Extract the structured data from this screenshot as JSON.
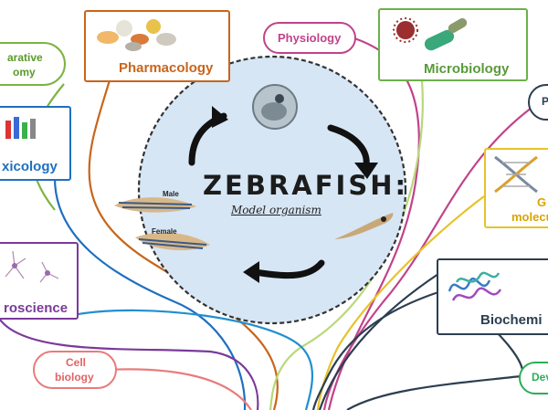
{
  "center": {
    "title": "ZEBRAFISH:",
    "subtitle": "Model organism",
    "male_label": "Male",
    "female_label": "Female"
  },
  "topics": {
    "pharmacology": "Pharmacology",
    "physiology": "Physiology",
    "microbiology": "Microbiology",
    "comparative_line1": "arative",
    "comparative_line2": "omy",
    "toxicology": "xicology",
    "neuroscience": "roscience",
    "cell_biology_line1": "Cell",
    "cell_biology_line2": "biology",
    "top_right": "P",
    "genetics_line1": "G",
    "genetics_line2": "molecu",
    "biochemistry": "Biochemi",
    "development": "Dev"
  },
  "colors": {
    "pharmacology": "#c8651b",
    "physiology": "#c0438a",
    "microbiology": "#6db04b",
    "comparative": "#7cb342",
    "toxicology": "#1f6fc0",
    "neuroscience": "#7a3a9a",
    "cell_biology": "#e87c7c",
    "top_right": "#2c3e50",
    "genetics": "#e8c22a",
    "biochemistry": "#2c3e50",
    "development": "#2bae56",
    "center_fill": "#d6e6f5"
  },
  "icons": [
    "pills-icon",
    "virus-bacteria-icon",
    "vials-icon",
    "neurons-icon",
    "dna-icon",
    "protein-icon",
    "embryo-icon",
    "larva-icon",
    "adult-fish-icon"
  ]
}
